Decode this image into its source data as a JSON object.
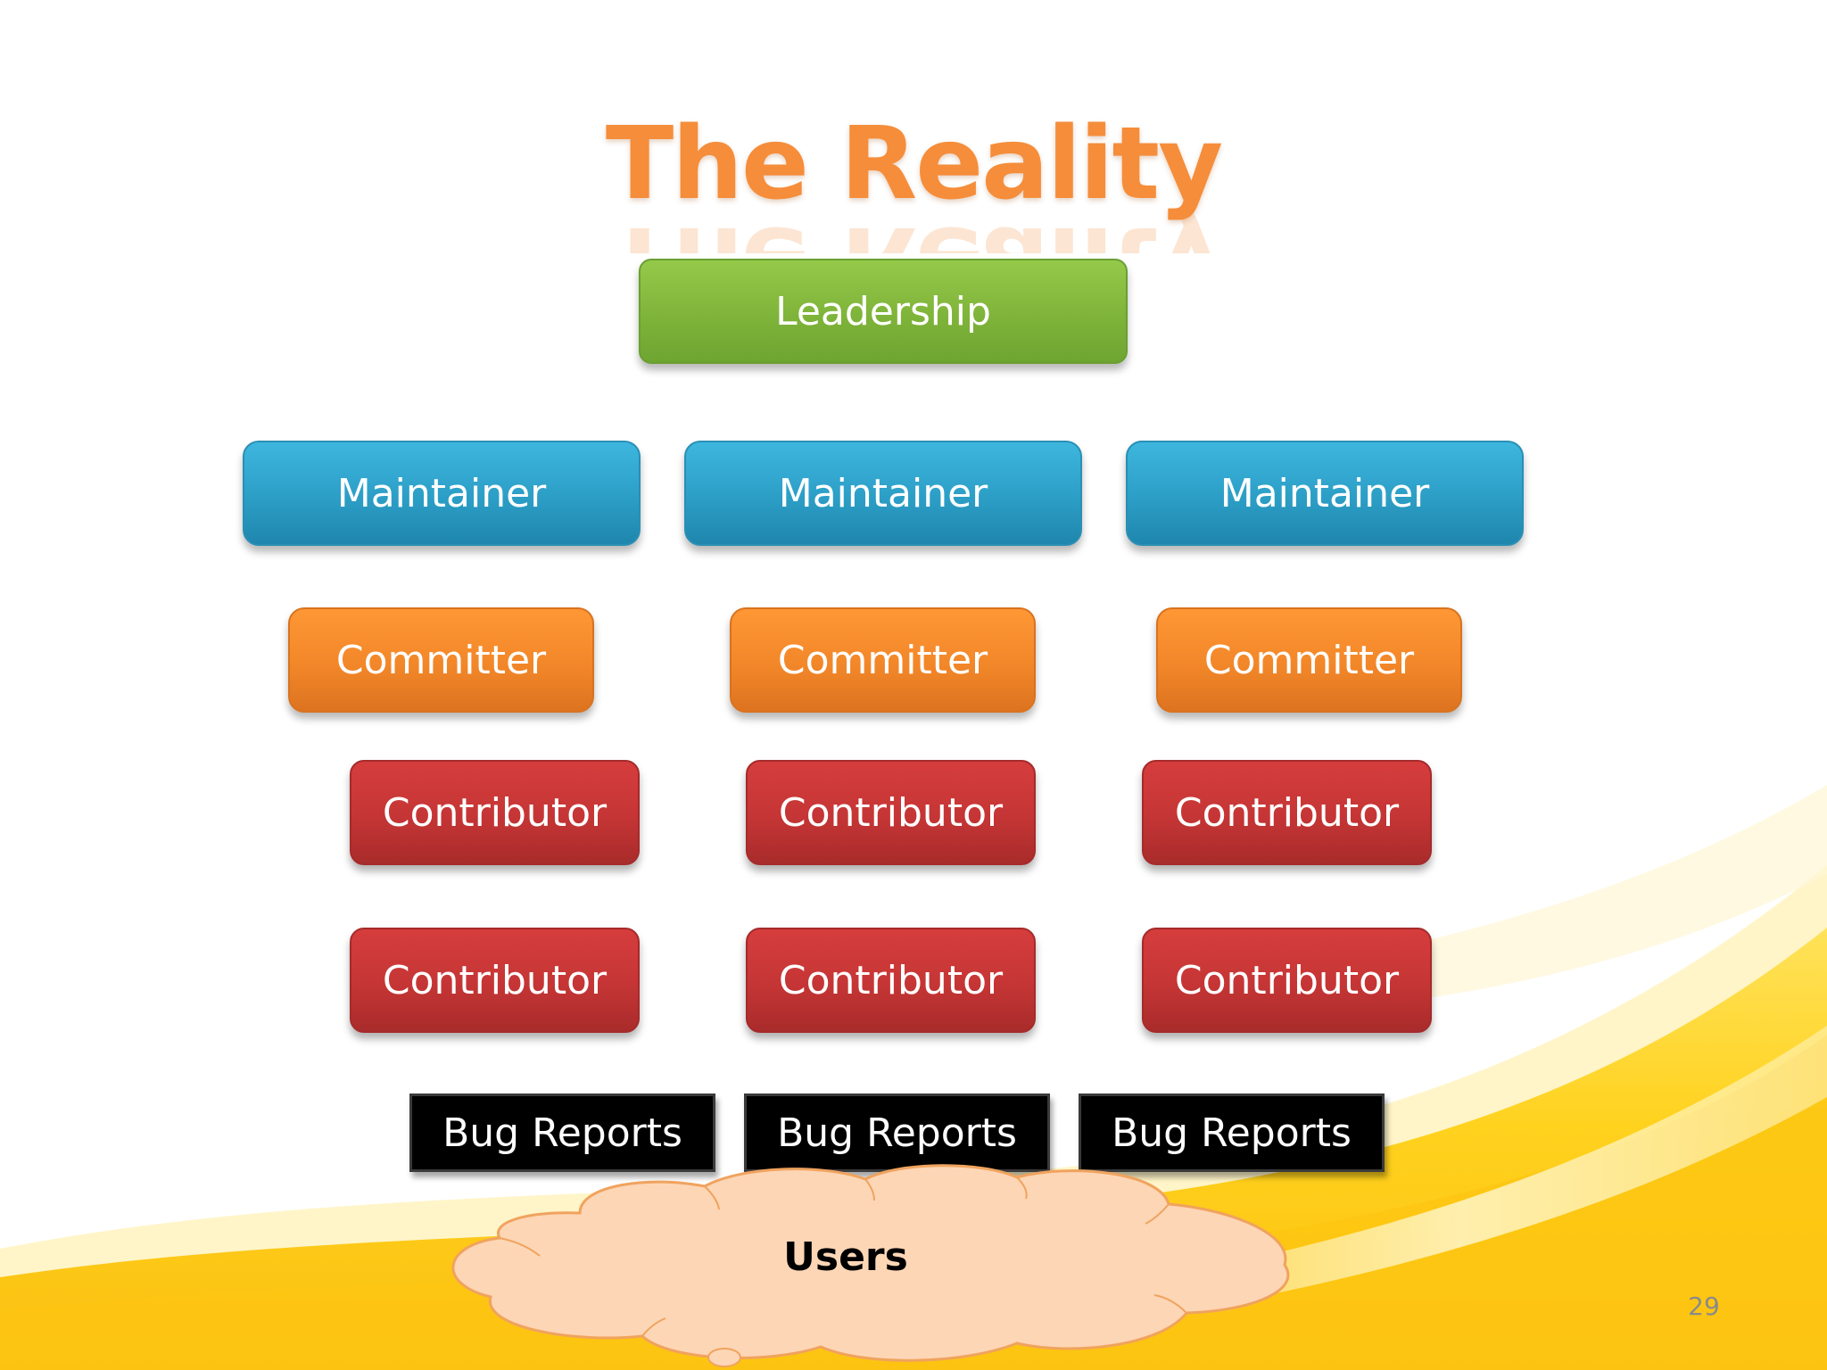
{
  "slide": {
    "title": "The Reality",
    "page_number": "29"
  },
  "nodes": {
    "leadership": "Leadership",
    "maintainers": [
      "Maintainer",
      "Maintainer",
      "Maintainer"
    ],
    "committers": [
      "Committer",
      "Committer",
      "Committer"
    ],
    "contributors_row1": [
      "Contributor",
      "Contributor",
      "Contributor"
    ],
    "contributors_row2": [
      "Contributor",
      "Contributor",
      "Contributor"
    ],
    "bug_reports": [
      "Bug Reports",
      "Bug Reports",
      "Bug Reports"
    ],
    "users": "Users"
  },
  "colors": {
    "title": "#f58d3a",
    "leadership": "#7fb43a",
    "maintainer": "#2c9ec6",
    "committer": "#f28729",
    "contributor": "#c53535",
    "bug_reports": "#000000",
    "cloud_fill": "#fdd6b6",
    "cloud_stroke": "#f0a35e",
    "swoosh": "#ffd31a"
  }
}
